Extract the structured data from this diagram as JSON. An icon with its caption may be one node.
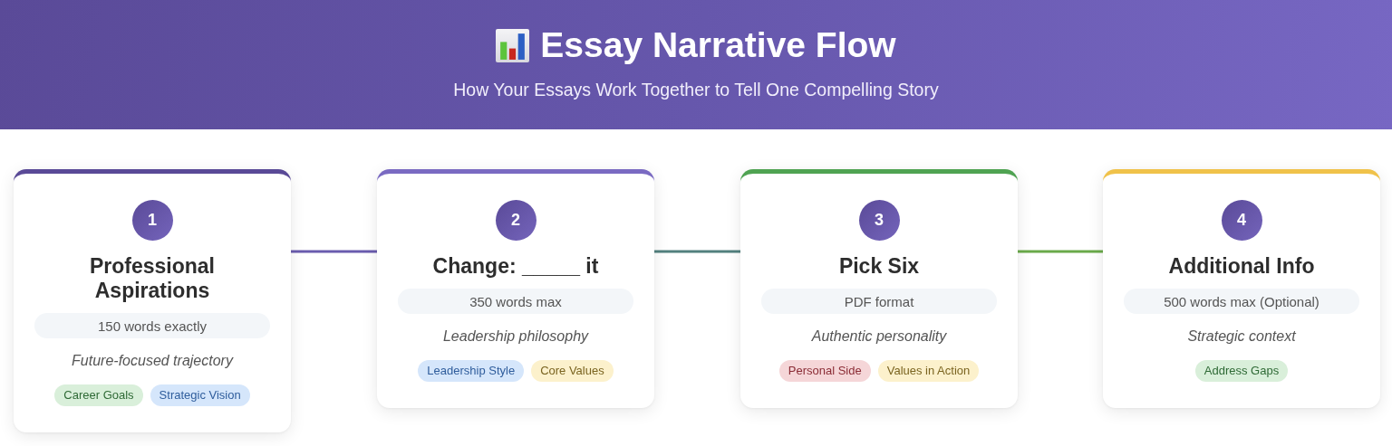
{
  "diagram": {
    "title": "Essay Narrative Flow",
    "nodes": [
      {
        "text": [
          "Professional Aspirations",
          "Future-focused trajectory"
        ]
      },
      {
        "text": [
          "1"
        ],
        "in": 0
      },
      {
        "text": [
          "150 words exactly"
        ],
        "in": 0
      },
      {
        "text": [
          "Career Goals"
        ],
        "in": 0
      },
      {
        "text": [
          "Strategic Vision"
        ],
        "in": 0
      },
      {
        "text": [
          "Change: _____ it",
          "Leadership philosophy"
        ]
      },
      {
        "text": [
          "2"
        ],
        "in": 5
      },
      {
        "text": [
          "350 words max"
        ],
        "in": 5
      },
      {
        "text": [
          "Leadership Style"
        ],
        "in": 5
      },
      {
        "text": [
          "Core Values"
        ],
        "in": 5
      },
      {
        "text": [
          "Pick Six",
          "Authentic personality"
        ]
      },
      {
        "text": [
          "3"
        ],
        "in": 10
      },
      {
        "text": [
          "PDF format"
        ],
        "in": 10
      },
      {
        "text": [
          "Personal Side"
        ],
        "in": 10
      },
      {
        "text": [
          "Values in Action"
        ],
        "in": 10
      },
      {
        "text": [
          "Additional Info",
          "Strategic context"
        ]
      },
      {
        "text": [
          "4"
        ],
        "in": 15
      },
      {
        "text": [
          "500 words max (Optional)"
        ],
        "in": 15
      },
      {
        "text": [
          "Address Gaps"
        ],
        "in": 15
      }
    ],
    "edges": [
      {
        "from": 0,
        "to": 5,
        "arrow": "none",
        "color": "#6a5cae"
      },
      {
        "from": 5,
        "to": 10,
        "arrow": "none",
        "color": "#52807e"
      },
      {
        "from": 10,
        "to": 15,
        "arrow": "none",
        "color": "#6aaa4a"
      }
    ],
    "labels": [
      "How Your Essays Work Together to Tell One Compelling Story"
    ]
  }
}
